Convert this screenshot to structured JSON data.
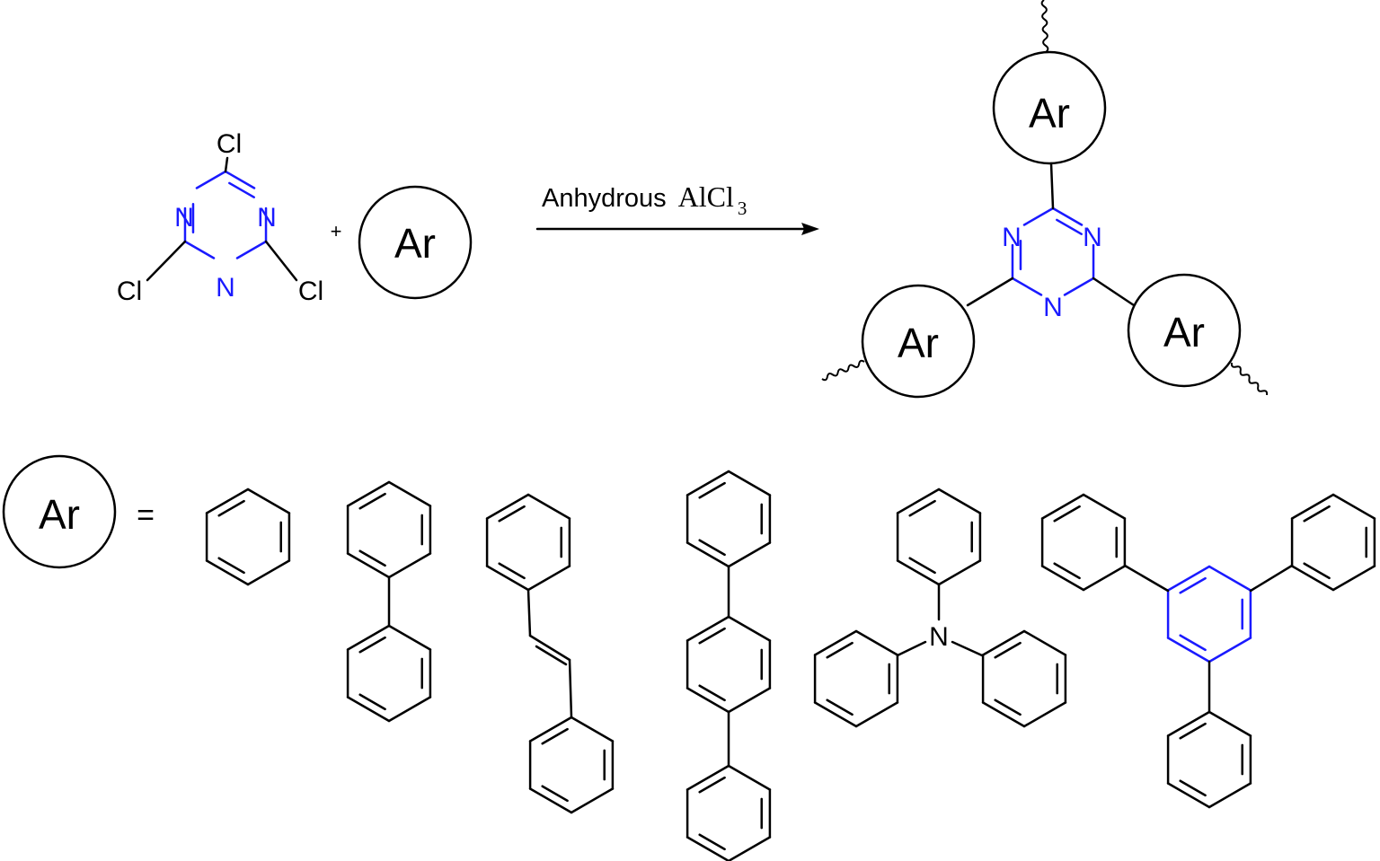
{
  "colors": {
    "bond": "#000000",
    "triazine": "#1a1aff",
    "benzene_core": "#1a1aff"
  },
  "reactant": {
    "substituent_label": "Cl",
    "ring_atom_label": "N"
  },
  "plus_sign": "+",
  "ar_label": "Ar",
  "arrow": {
    "condition_text": "Anhydrous",
    "reagent_main": "AlCl",
    "reagent_subscript": "3"
  },
  "product": {
    "ring_atom_label": "N",
    "unit_label": "Ar"
  },
  "definition": {
    "label": "Ar",
    "equals": "=",
    "structures": [
      {
        "id": "benzene"
      },
      {
        "id": "biphenyl"
      },
      {
        "id": "stilbene"
      },
      {
        "id": "p-terphenyl"
      },
      {
        "id": "triphenylamine",
        "heteroatom_label": "N"
      },
      {
        "id": "1,3,5-triphenylbenzene"
      }
    ]
  }
}
